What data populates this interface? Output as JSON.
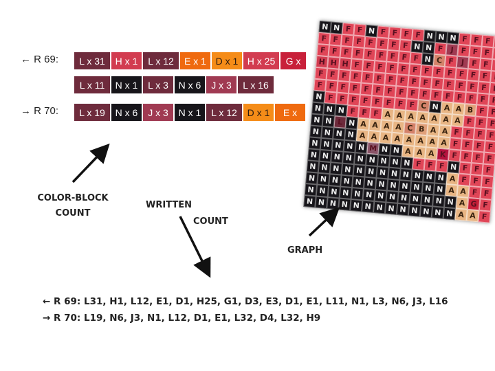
{
  "colors": {
    "L": "#6e2b3c",
    "H": "#d23c50",
    "E": "#ef6a0f",
    "D": "#f58c18",
    "G": "#c8203a",
    "N": "#17151a",
    "J": "#a03a52",
    "F": "#e04557",
    "A": "#e8b584",
    "C": "#d4826a",
    "K": "#b5123e",
    "M": "#8a5468",
    "B": "#e0a07a"
  },
  "rows": [
    {
      "label": "← R 69:",
      "lines": [
        [
          {
            "code": "L",
            "text": "L x 31"
          },
          {
            "code": "H",
            "text": "H x 1"
          },
          {
            "code": "L",
            "text": "L x 12"
          },
          {
            "code": "E",
            "text": "E x 1"
          },
          {
            "code": "D",
            "text": "D x 1"
          },
          {
            "code": "H",
            "text": "H x 25"
          },
          {
            "code": "G",
            "text": "G x"
          }
        ],
        [
          {
            "code": "L",
            "text": "L x 11"
          },
          {
            "code": "N",
            "text": "N x 1"
          },
          {
            "code": "L",
            "text": "L x 3"
          },
          {
            "code": "N",
            "text": "N x 6"
          },
          {
            "code": "J",
            "text": "J x 3"
          },
          {
            "code": "L",
            "text": "L x 16"
          }
        ]
      ]
    },
    {
      "label": "→ R 70:",
      "lines": [
        [
          {
            "code": "L",
            "text": "L x 19"
          },
          {
            "code": "N",
            "text": "N x 6"
          },
          {
            "code": "J",
            "text": "J x 3"
          },
          {
            "code": "N",
            "text": "N x 1"
          },
          {
            "code": "L",
            "text": "L x 12"
          },
          {
            "code": "D",
            "text": "D x 1"
          },
          {
            "code": "E",
            "text": "E x"
          }
        ]
      ]
    }
  ],
  "labels": {
    "color_block_1": "COLOR-BLOCK",
    "color_block_2": "COUNT",
    "written_1": "WRITTEN",
    "written_2": "COUNT",
    "graph": "GRAPH"
  },
  "written_count": [
    "← R 69: L31, H1, L12, E1, D1, H25, G1, D3, E3, D1, E1, L11, N1, L3, N6, J3, L16",
    "→ R 70: L19, N6, J3, N1, L12, D1, E1, L32, D4, L32, H9"
  ],
  "graph_grid": [
    "NNFFNFFFFNNNFFFF",
    "FFFFFFFFNNFJFFFF",
    "FFFFFFFFFNCFJFFF",
    "HHHFFFFFFFFFFFFF",
    "FFFFFFFFFFFFFFFF",
    "FFFFFFFFFFFFFFFF",
    "NFFFFFFFFCNAABFF",
    "NNNFFFAAAAAAAFFF",
    "NNLNAAAACBAAFFFF",
    "NNNNAAAAAAAAFFFF",
    "NNNNNMNNAAAKFFFF",
    "NNNNNNNNNFFFNFFF",
    "NNNNNNNNNNNNAFFF",
    "NNNNNNNNNNNNAAFF",
    "NNNNNNNNNNNNNAGF",
    "NNNNNNNNNNNNNAAF"
  ]
}
